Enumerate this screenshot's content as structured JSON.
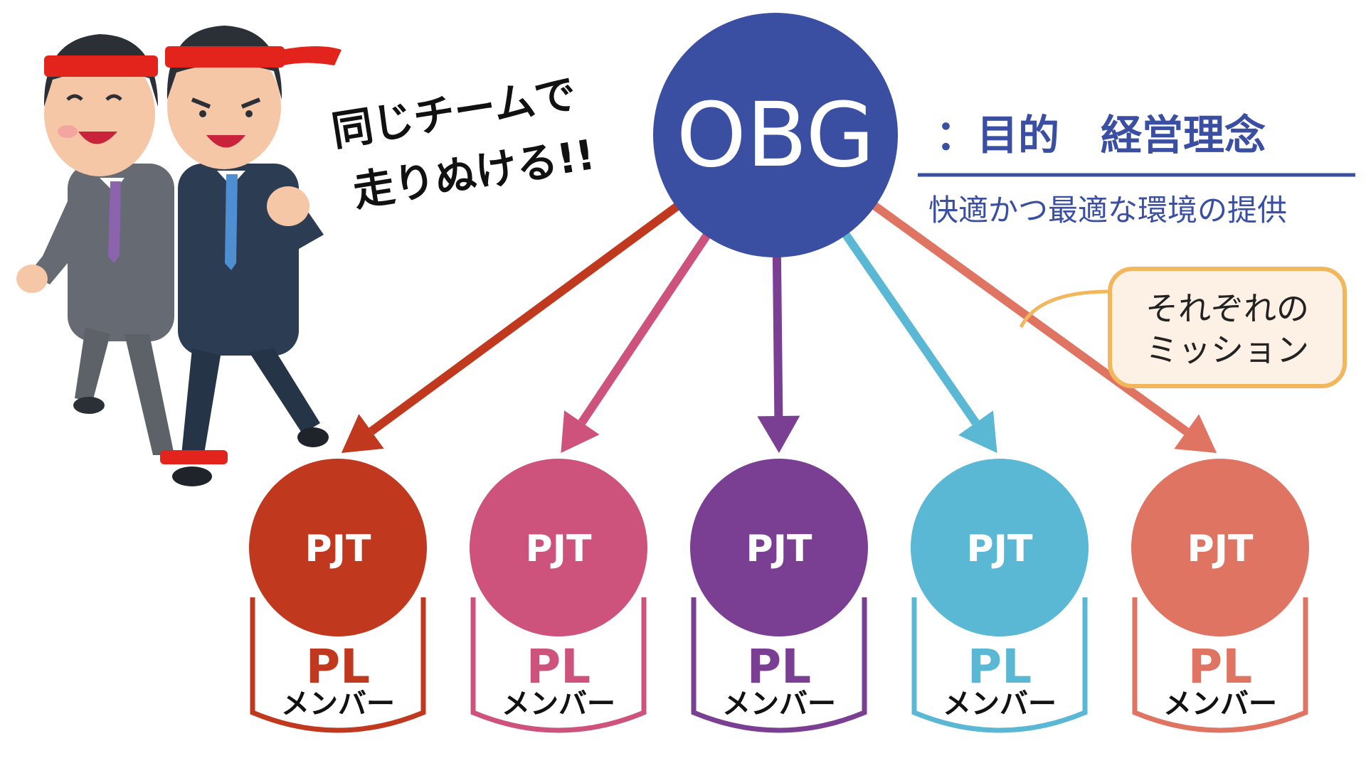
{
  "center": {
    "label": "OBG",
    "color": "#3a4fa1"
  },
  "purpose": {
    "label": "：目的　経営理念",
    "description": "快適かつ最適な環境の提供",
    "color": "#3a4fa1"
  },
  "callout": {
    "line1": "それぞれの",
    "line2": "ミッション",
    "fill": "#fdf0e4",
    "border": "#f2b75c"
  },
  "slogan": {
    "line1": "同じチームで",
    "line2": "走りぬける!!"
  },
  "projects": [
    {
      "label": "PJT",
      "lead": "PL",
      "members": "メンバー",
      "color": "#c0381e"
    },
    {
      "label": "PJT",
      "lead": "PL",
      "members": "メンバー",
      "color": "#cd537c"
    },
    {
      "label": "PJT",
      "lead": "PL",
      "members": "メンバー",
      "color": "#7a3f93"
    },
    {
      "label": "PJT",
      "lead": "PL",
      "members": "メンバー",
      "color": "#5bb8d4"
    },
    {
      "label": "PJT",
      "lead": "PL",
      "members": "メンバー",
      "color": "#df7462"
    }
  ]
}
